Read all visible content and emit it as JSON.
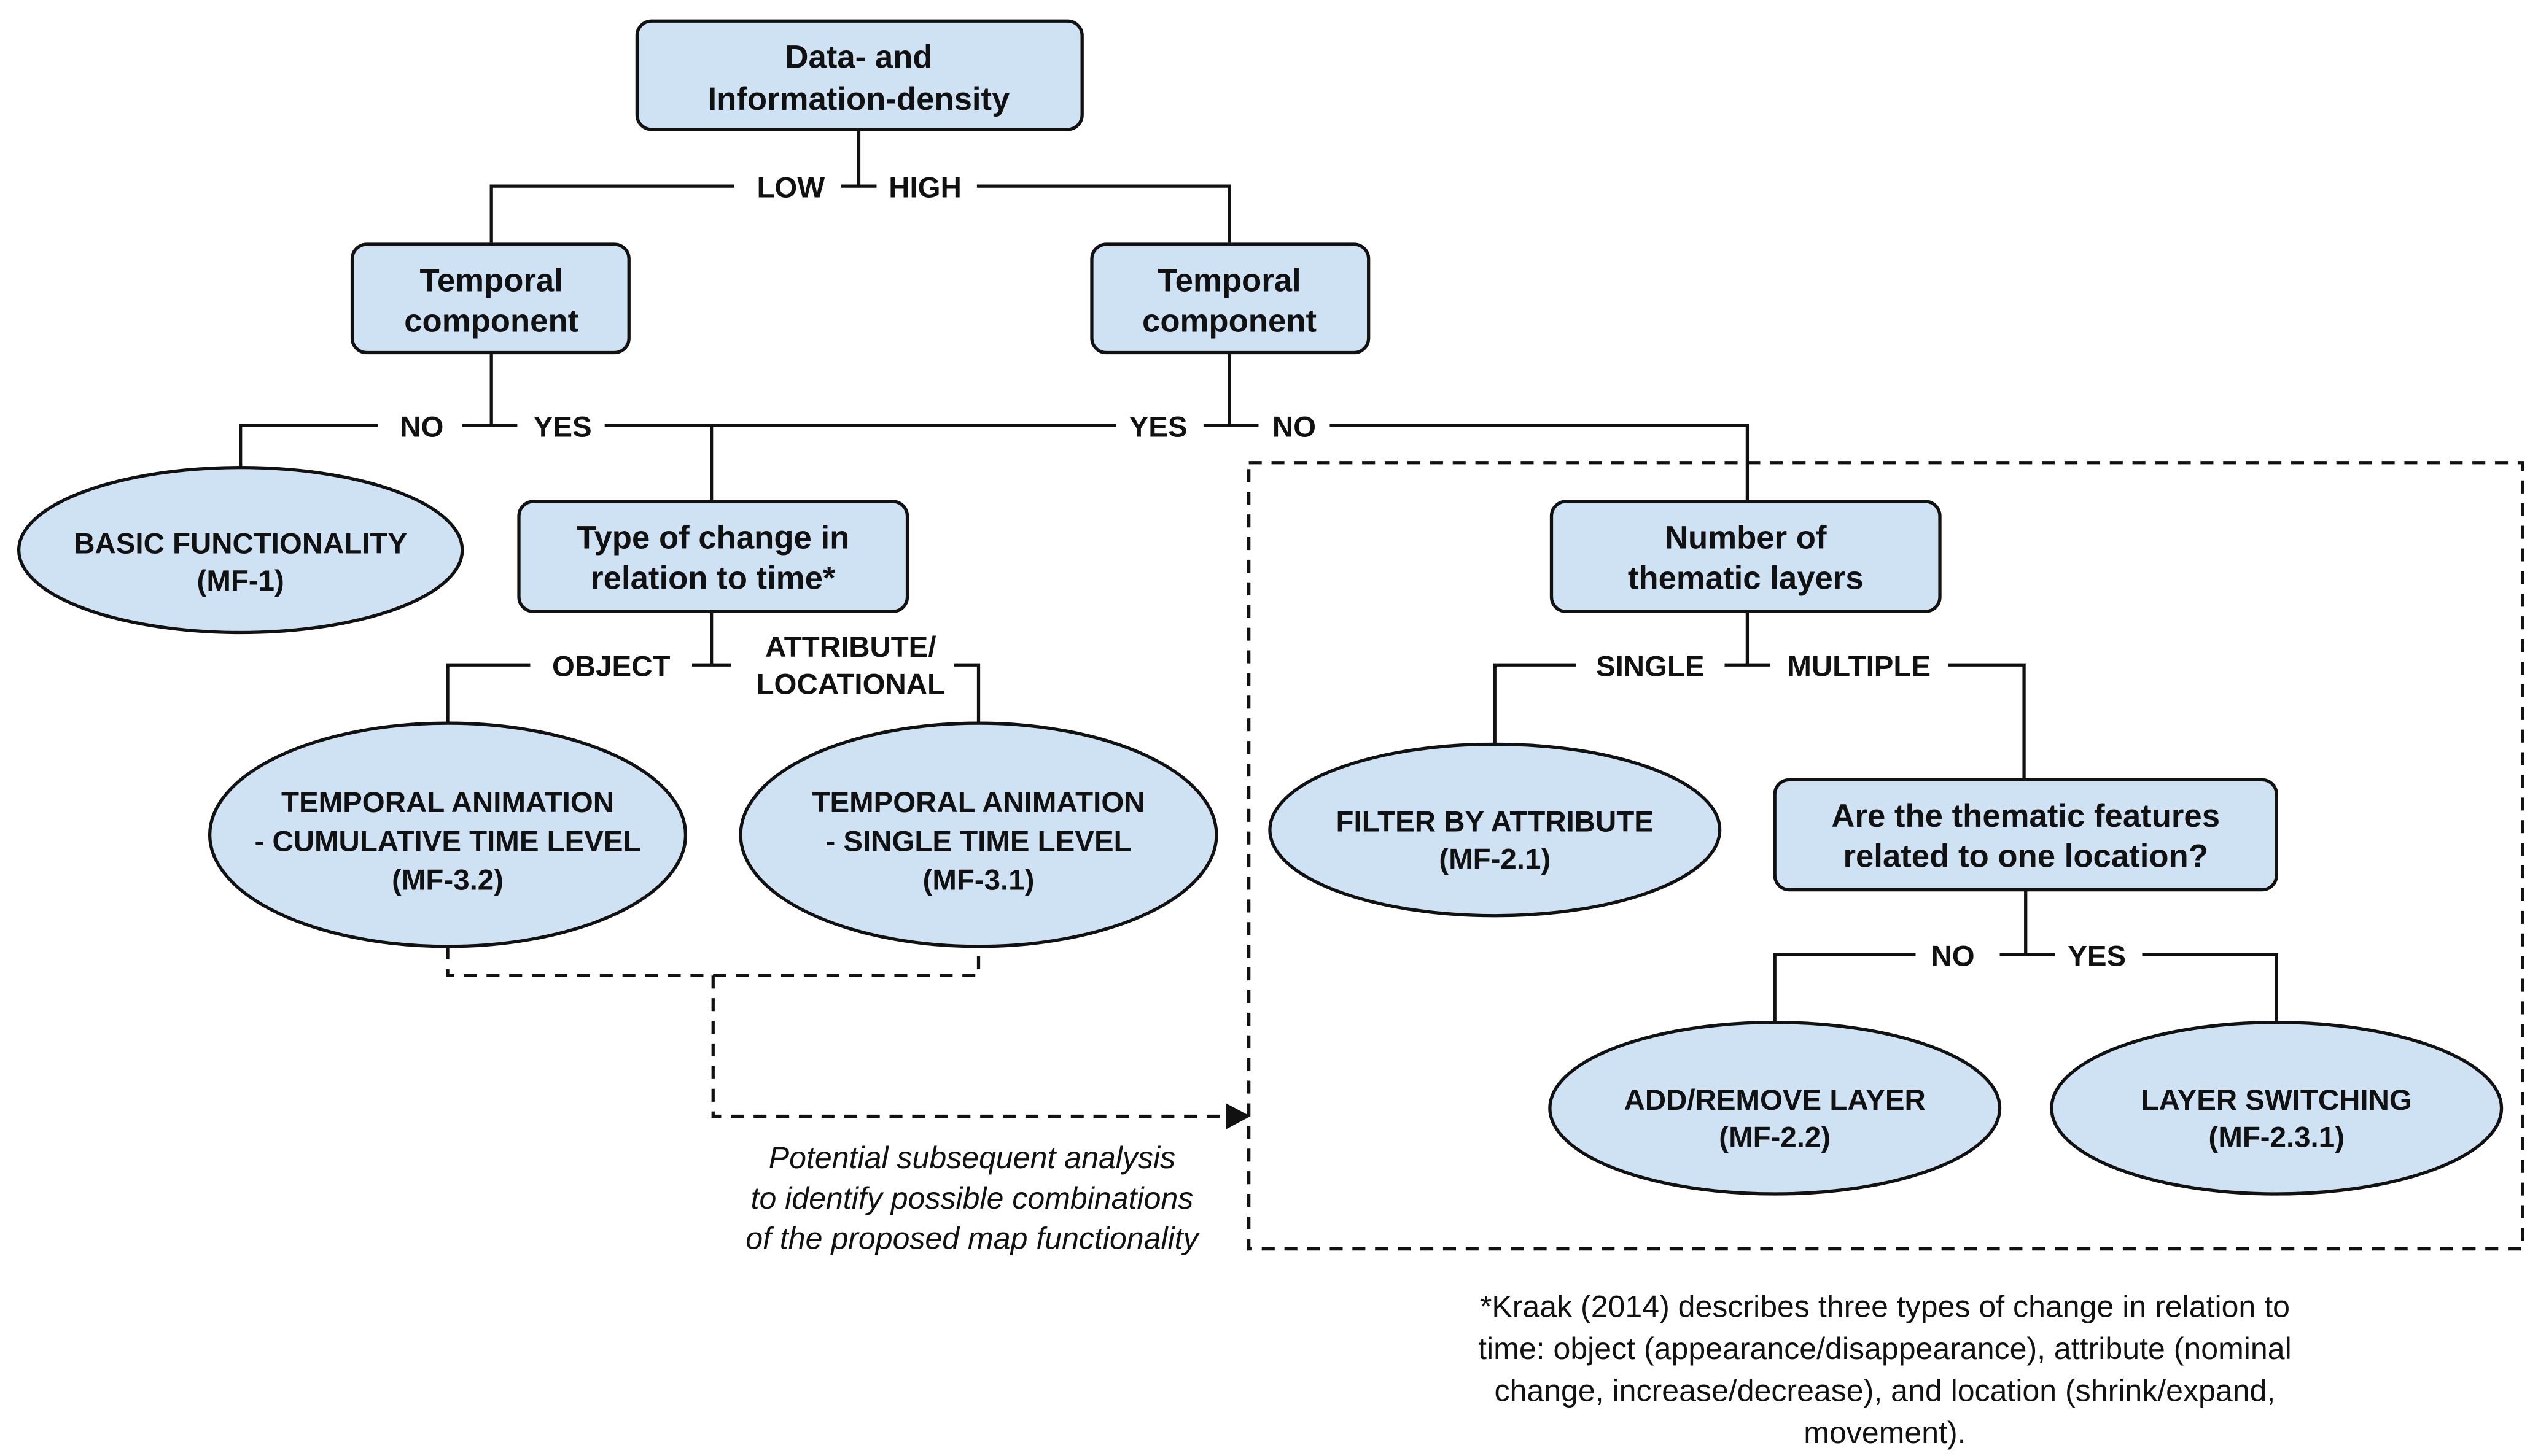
{
  "colors": {
    "node_fill": "#cfe2f3",
    "stroke": "#111111",
    "background": "#ffffff"
  },
  "nodes": {
    "root": {
      "line1": "Data- and",
      "line2": "Information-density"
    },
    "temporal_low": {
      "line1": "Temporal",
      "line2": "component"
    },
    "temporal_high": {
      "line1": "Temporal",
      "line2": "component"
    },
    "basic": {
      "line1": "BASIC FUNCTIONALITY",
      "line2": "(MF-1)"
    },
    "type_change": {
      "line1": "Type of change in",
      "line2": "relation to time*"
    },
    "anim_cumulative": {
      "line1": "TEMPORAL ANIMATION",
      "line2": "- CUMULATIVE TIME LEVEL",
      "line3": "(MF-3.2)"
    },
    "anim_single": {
      "line1": "TEMPORAL ANIMATION",
      "line2": "- SINGLE TIME LEVEL",
      "line3": "(MF-3.1)"
    },
    "thematic_layers": {
      "line1": "Number of",
      "line2": "thematic layers"
    },
    "filter": {
      "line1": "FILTER BY ATTRIBUTE",
      "line2": "(MF-2.1)"
    },
    "features_location": {
      "line1": "Are the thematic features",
      "line2": "related to one location?"
    },
    "add_remove": {
      "line1": "ADD/REMOVE LAYER",
      "line2": "(MF-2.2)"
    },
    "layer_switching": {
      "line1": "LAYER SWITCHING",
      "line2": "(MF-2.3.1)"
    }
  },
  "labels": {
    "low": "LOW",
    "high": "HIGH",
    "no_1": "NO",
    "yes_1": "YES",
    "yes_2": "YES",
    "no_2": "NO",
    "object": "OBJECT",
    "attribute_line1": "ATTRIBUTE/",
    "attribute_line2": "LOCATIONAL",
    "single": "SINGLE",
    "multiple": "MULTIPLE",
    "no_3": "NO",
    "yes_3": "YES"
  },
  "note": {
    "line1": "Potential subsequent analysis",
    "line2": "to identify possible combinations",
    "line3": "of the proposed map functionality"
  },
  "footnote": {
    "line1": "*Kraak (2014) describes three types of change in relation to",
    "line2": "time: object (appearance/disappearance), attribute (nominal",
    "line3": "change, increase/decrease), and location (shrink/expand,",
    "line4": "movement)."
  }
}
